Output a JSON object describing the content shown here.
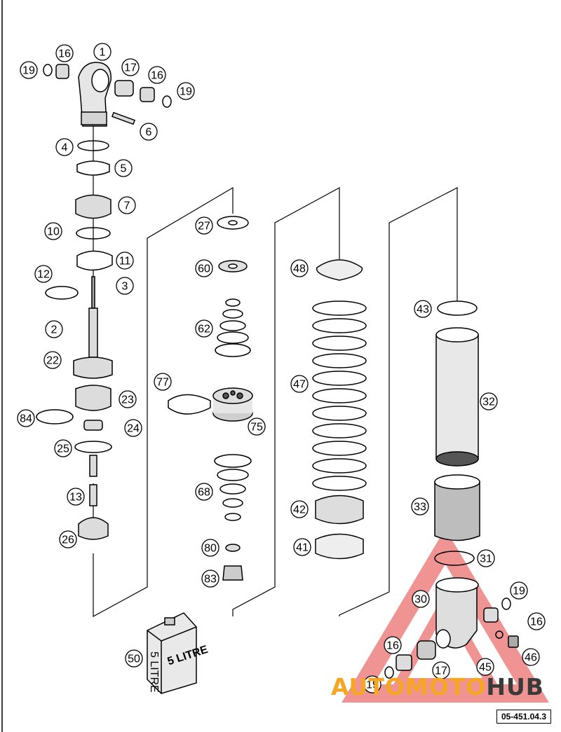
{
  "diagram": {
    "callouts": [
      "19",
      "16",
      "1",
      "17",
      "16",
      "19",
      "6",
      "4",
      "5",
      "7",
      "10",
      "11",
      "12",
      "3",
      "2",
      "22",
      "23",
      "84",
      "24",
      "25",
      "13",
      "26",
      "27",
      "60",
      "62",
      "77",
      "75",
      "68",
      "80",
      "83",
      "48",
      "47",
      "42",
      "41",
      "43",
      "32",
      "33",
      "31",
      "30",
      "19",
      "16",
      "16",
      "17",
      "19",
      "45",
      "46",
      "50"
    ],
    "can_label": "5 LITRE",
    "can_side_label": "5 LITRE"
  },
  "reference_code": "05-451.04.3",
  "watermark": {
    "part1": "AUTOMOTO",
    "part2": "HUB"
  },
  "colors": {
    "watermark_orange": "#f5a623",
    "watermark_dark": "#3a3a3a",
    "watermark_triangle": "#e23b3b"
  }
}
